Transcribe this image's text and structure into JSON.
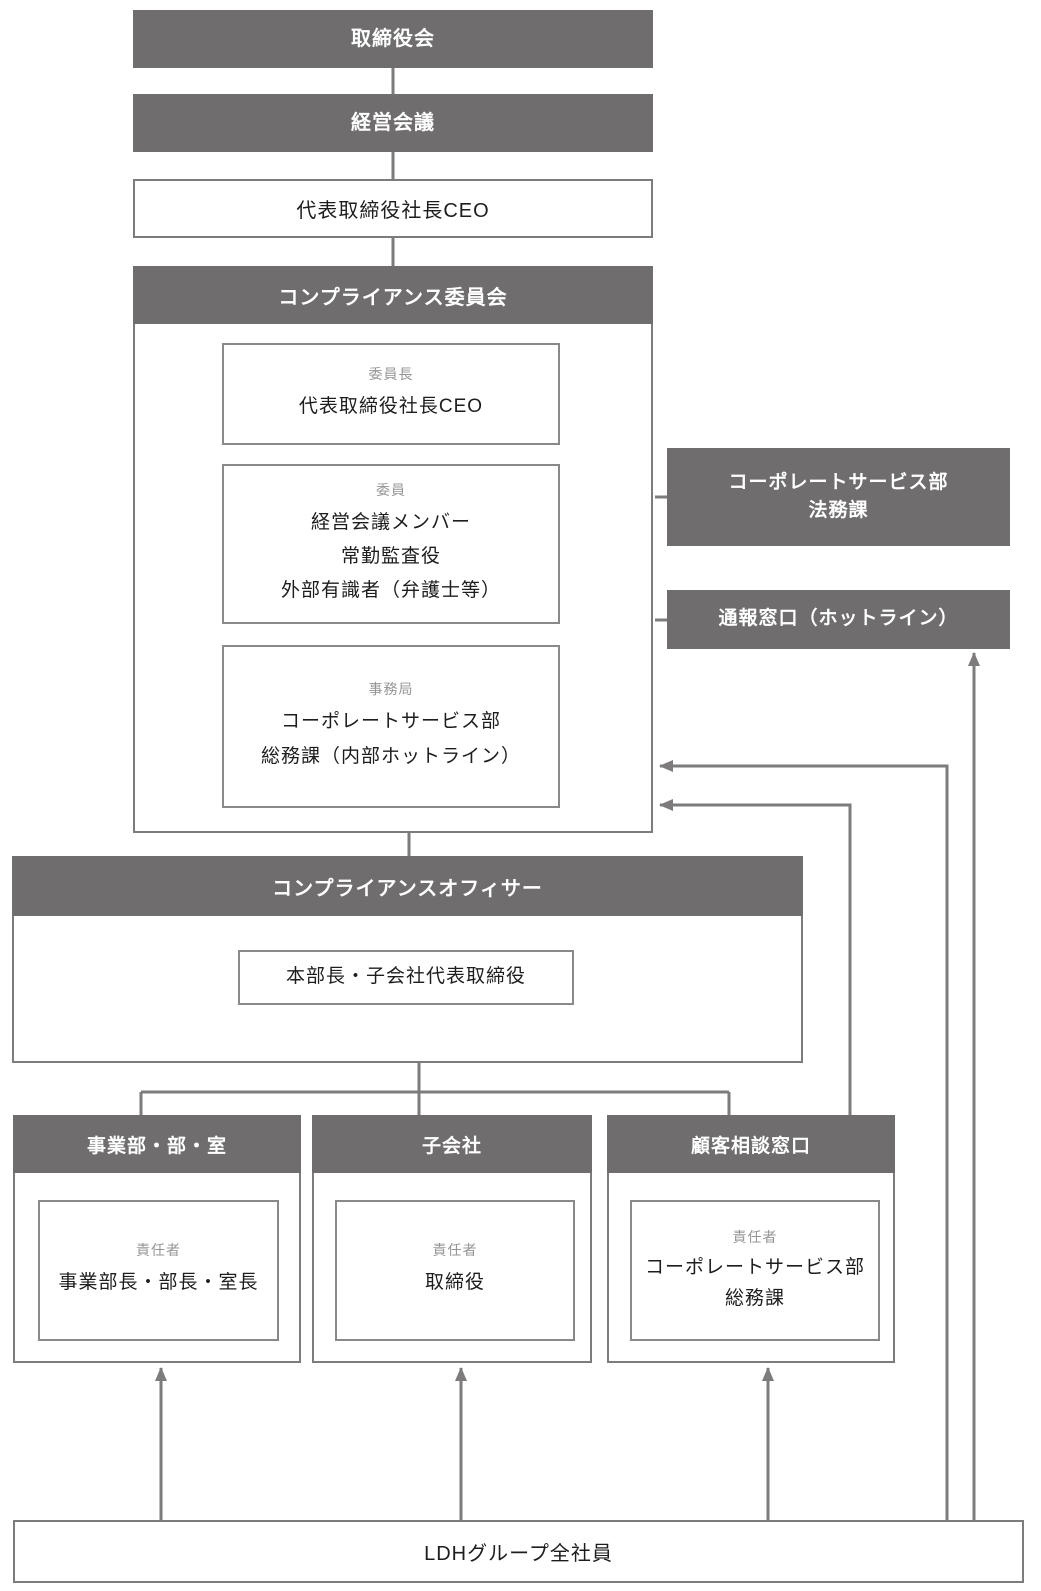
{
  "colors": {
    "box_fill": "#6f6d6e",
    "box_text": "#ffffff",
    "border_gray": "#7d7b7c",
    "inner_border_gray": "#8a8889",
    "line_gray": "#7d7b7c",
    "muted_label": "#969494",
    "text": "#1d1d1d",
    "background": "#ffffff"
  },
  "top_stack": {
    "board": "取締役会",
    "management_meeting": "経営会議",
    "ceo": "代表取締役社長CEO"
  },
  "committee": {
    "title": "コンプライアンス委員会",
    "chair": {
      "label": "委員長",
      "lines": [
        "代表取締役社長CEO"
      ]
    },
    "members": {
      "label": "委員",
      "lines": [
        "経営会議メンバー",
        "常勤監査役",
        "外部有識者（弁護士等）"
      ]
    },
    "secretariat": {
      "label": "事務局",
      "lines": [
        "コーポレートサービス部",
        "総務課（内部ホットライン）"
      ]
    }
  },
  "side": {
    "legal": {
      "lines": [
        "コーポレートサービス部",
        "法務課"
      ]
    },
    "hotline": {
      "lines": [
        "通報窓口（ホットライン）"
      ]
    }
  },
  "officer": {
    "title": "コンプライアンスオフィサー",
    "member": "本部長・子会社代表取締役"
  },
  "divisions": [
    {
      "title": "事業部・部・室",
      "label": "責任者",
      "lines": [
        "事業部長・部長・室長"
      ]
    },
    {
      "title": "子会社",
      "label": "責任者",
      "lines": [
        "取締役"
      ]
    },
    {
      "title": "顧客相談窓口",
      "label": "責任者",
      "lines": [
        "コーポレートサービス部",
        "総務課"
      ]
    }
  ],
  "bottom": {
    "all_employees": "LDHグループ全社員"
  }
}
